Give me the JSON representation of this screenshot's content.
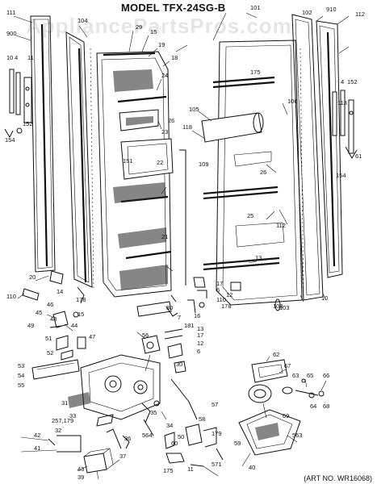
{
  "title": "MODEL TFX-24SG-B",
  "watermark": "AppliancePartsPros.com",
  "art_no": "(ART NO. WR16068)",
  "callouts": [
    "111",
    "900",
    "104",
    "29",
    "15",
    "19",
    "18",
    "10",
    "4",
    "11",
    "152",
    "154",
    "26",
    "22",
    "24",
    "23",
    "151",
    "21",
    "20",
    "110",
    "14",
    "178",
    "45",
    "46",
    "48",
    "44",
    "15",
    "49",
    "51",
    "47",
    "52",
    "53",
    "54",
    "55",
    "31",
    "33",
    "257,179",
    "42",
    "41",
    "32",
    "37",
    "43",
    "39",
    "80",
    "7",
    "181",
    "56",
    "13",
    "17",
    "12",
    "6",
    "30",
    "35",
    "34",
    "50",
    "564",
    "36",
    "60",
    "57",
    "58",
    "179",
    "59",
    "175",
    "571",
    "11",
    "102",
    "101",
    "910",
    "112",
    "175",
    "106",
    "105",
    "118",
    "26",
    "109",
    "25",
    "112",
    "13",
    "17",
    "6",
    "110",
    "178",
    "108",
    "103",
    "10",
    "4",
    "152",
    "113",
    "154",
    "61",
    "62",
    "67",
    "63",
    "65",
    "66",
    "64",
    "68",
    "69",
    "563",
    "40",
    "16",
    "12"
  ]
}
